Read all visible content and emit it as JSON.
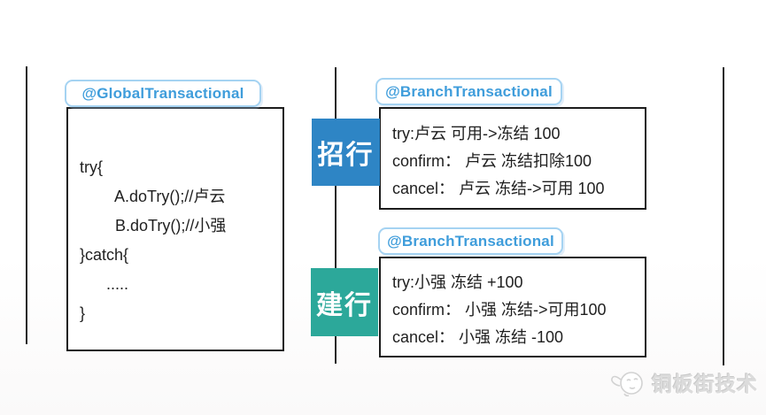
{
  "colors": {
    "divider_line": "#242424",
    "box_border": "#1c1c1c",
    "annotation_border": "#a5d3f2",
    "annotation_text": "#3f9ddb",
    "bank_cmb_blue": "#2e85c5",
    "bank_ccb_teal": "#2ca89a",
    "code_text": "#1f1f1f",
    "watermark_gray": "#dcdcdc"
  },
  "global_section": {
    "annotation_label": "@GlobalTransactional",
    "code_lines": [
      "try{",
      "        A.doTry();//卢云",
      "        B.doTry();//小强",
      "}catch{",
      "      .....",
      "}"
    ]
  },
  "branches": [
    {
      "annotation_label": "@BranchTransactional",
      "bank_label": "招行",
      "color": "#2e85c5",
      "lines": [
        "try:卢云 可用->冻结 100",
        "confirm： 卢云 冻结扣除100",
        "cancel： 卢云 冻结->可用 100"
      ]
    },
    {
      "annotation_label": "@BranchTransactional",
      "bank_label": "建行",
      "color": "#2ca89a",
      "lines": [
        "try:小强 冻结 +100",
        "confirm： 小强 冻结->可用100",
        "cancel： 小强 冻结 -100"
      ]
    }
  ],
  "watermark": {
    "logo_icon": "fish-mascot-icon",
    "text": "铜板街技术"
  }
}
